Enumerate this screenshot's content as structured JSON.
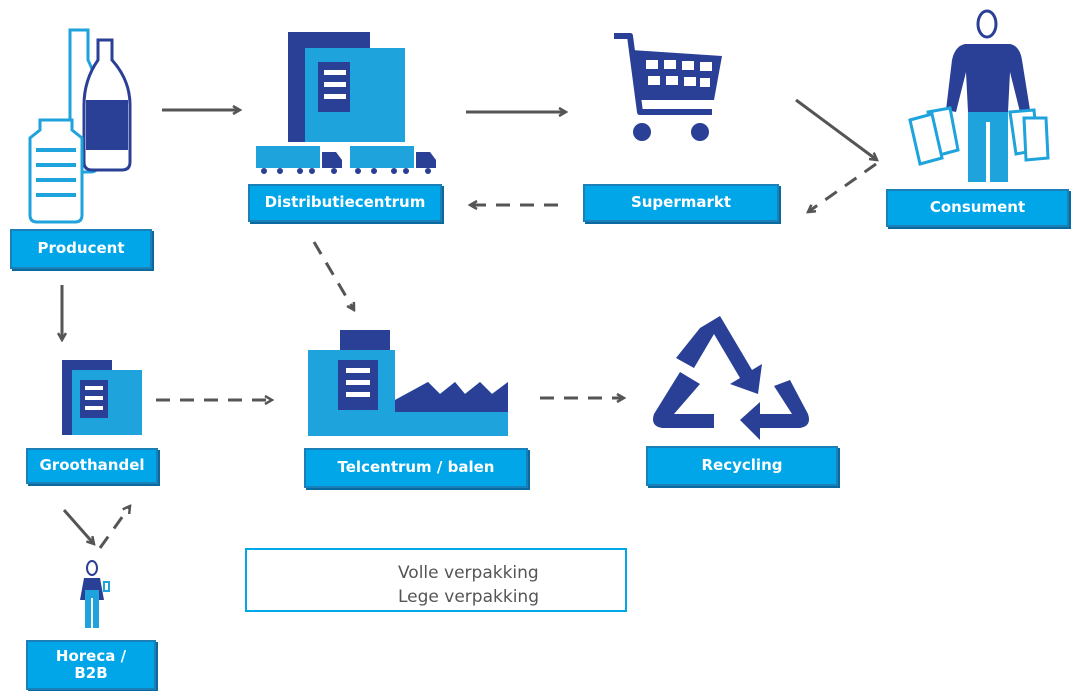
{
  "nodes": {
    "producent": "Producent",
    "distributiecentrum": "Distributiecentrum",
    "supermarkt": "Supermarkt",
    "consument": "Consument",
    "groothandel": "Groothandel",
    "telcentrum": "Telcentrum / balen",
    "recycling": "Recycling",
    "horeca_line1": "Horeca /",
    "horeca_line2": "B2B"
  },
  "legend": {
    "full": "Volle verpakking",
    "empty": "Lege verpakking"
  },
  "colors": {
    "accent": "#00a6e8",
    "dark_blue": "#2a3f96",
    "light_blue": "#1ea3dc",
    "arrow": "#555555"
  }
}
